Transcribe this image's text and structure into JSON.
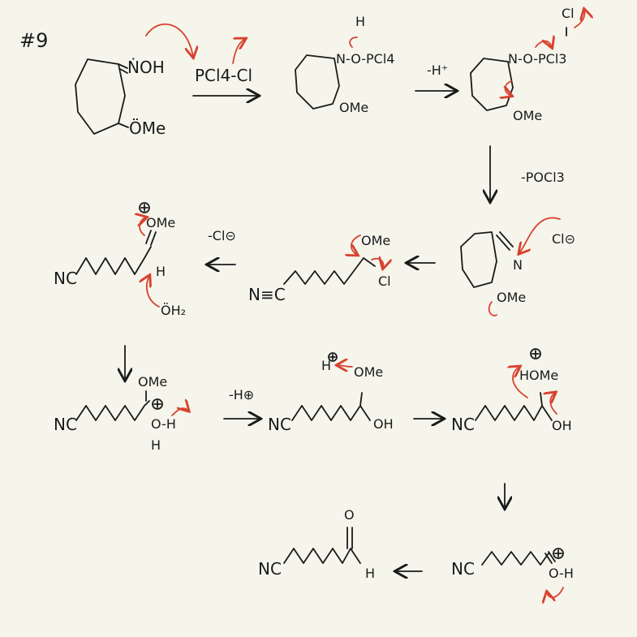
{
  "problem_number": "#9",
  "labels": {
    "s1_noh": "ṄOH",
    "s1_ome": "ÖMe",
    "reagent": "PCl4-Cl",
    "s2_h": "H",
    "s2_chain": "N-O-PCl4",
    "s2_ome": "OMe",
    "minus_h": "-H⁺",
    "s3_cl": "Cl",
    "s3_chain": "N-O-PCl3",
    "s3_ome": "OMe",
    "minus_pocl3": "-POCl3",
    "s4_n": "N",
    "s4_cl_anion": "Cl⊝",
    "s4_ome": "OMe",
    "s5_nc": "N≡C",
    "s5_ome": "OMe",
    "s5_cl": "Cl",
    "s6_nc": "NC",
    "s6_ome": "OMe",
    "s6_h": "H",
    "s6_oh2": "ÖH₂",
    "minus_cl": "-Cl⊝",
    "s7_nc": "NC",
    "s7_ome": "OMe",
    "s7_oh": "O-H",
    "s7_h": "H",
    "minus_hplus": "-H⊕",
    "s8_nc": "NC",
    "s8_h": "H",
    "s8_ome": "OMe",
    "s8_oh": "OH",
    "s9_nc": "NC",
    "s9_home": "HOMe",
    "s9_oh": "OH",
    "s10_nc": "NC",
    "s10_oh": "O-H",
    "s11_nc": "NC",
    "s11_o": "O",
    "s11_h": "H"
  }
}
